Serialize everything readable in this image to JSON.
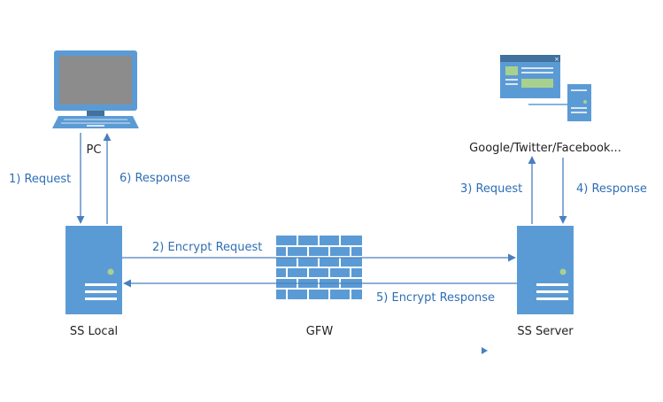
{
  "colors": {
    "primary": "#5b9bd5",
    "primary_dark": "#41719c",
    "arrow": "#4a7fbf",
    "text_blue": "#2e6eb5",
    "text_dark": "#222222",
    "led": "#a9d18e",
    "screen": "#8c8c8c",
    "light_panel": "#d9e6f2"
  },
  "nodes": {
    "pc": {
      "label": "PC",
      "icon": "computer-icon"
    },
    "ss_local": {
      "label": "SS Local",
      "icon": "server-icon"
    },
    "gfw": {
      "label": "GFW",
      "icon": "firewall-brick-wall-icon"
    },
    "ss_server": {
      "label": "SS Server",
      "icon": "server-icon"
    },
    "websites": {
      "label": "Google/Twitter/Facebook...",
      "icon": "web-server-icon"
    }
  },
  "edges": {
    "e1": {
      "label": "1) Request"
    },
    "e2": {
      "label": "2) Encrypt Request"
    },
    "e3": {
      "label": "3) Request"
    },
    "e4": {
      "label": "4) Response"
    },
    "e5": {
      "label": "5) Encrypt Response"
    },
    "e6": {
      "label": "6) Response"
    }
  }
}
